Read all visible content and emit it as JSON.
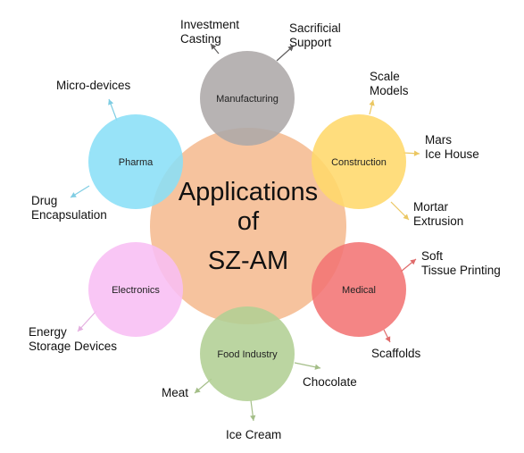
{
  "center": {
    "line1": "Applications",
    "line2": "of",
    "line3": "SZ-AM",
    "color": "#F5BD94"
  },
  "nodes": [
    {
      "id": "manufacturing",
      "label": "Manufacturing",
      "color": "#ADA9A9",
      "leaves": [
        {
          "id": "investment-casting",
          "lines": [
            "Investment",
            "Casting"
          ]
        },
        {
          "id": "sacrificial-support",
          "lines": [
            "Sacrificial",
            "Support"
          ]
        }
      ]
    },
    {
      "id": "construction",
      "label": "Construction",
      "color": "#FFD86B",
      "leaves": [
        {
          "id": "scale-models",
          "lines": [
            "Scale",
            "Models"
          ]
        },
        {
          "id": "mars-ice-house",
          "lines": [
            "Mars",
            "Ice House"
          ]
        },
        {
          "id": "mortar-extrusion",
          "lines": [
            "Mortar",
            "Extrusion"
          ]
        }
      ]
    },
    {
      "id": "medical",
      "label": "Medical",
      "color": "#F27474",
      "leaves": [
        {
          "id": "soft-tissue-printing",
          "lines": [
            "Soft",
            "Tissue Printing"
          ]
        },
        {
          "id": "scaffolds",
          "lines": [
            "Scaffolds"
          ]
        }
      ]
    },
    {
      "id": "food-industry",
      "label": "Food Industry",
      "color": "#B2CF94",
      "leaves": [
        {
          "id": "chocolate",
          "lines": [
            "Chocolate"
          ]
        },
        {
          "id": "meat",
          "lines": [
            "Meat"
          ]
        },
        {
          "id": "ice-cream",
          "lines": [
            "Ice Cream"
          ]
        }
      ]
    },
    {
      "id": "electronics",
      "label": "Electronics",
      "color": "#F8BEF4",
      "leaves": [
        {
          "id": "energy-storage-devices",
          "lines": [
            "Energy",
            "Storage Devices"
          ]
        }
      ]
    },
    {
      "id": "pharma",
      "label": "Pharma",
      "color": "#8ADFF7",
      "leaves": [
        {
          "id": "micro-devices",
          "lines": [
            "Micro-devices"
          ]
        },
        {
          "id": "drug-encapsulation",
          "lines": [
            "Drug",
            "Encapsulation"
          ]
        }
      ]
    }
  ]
}
